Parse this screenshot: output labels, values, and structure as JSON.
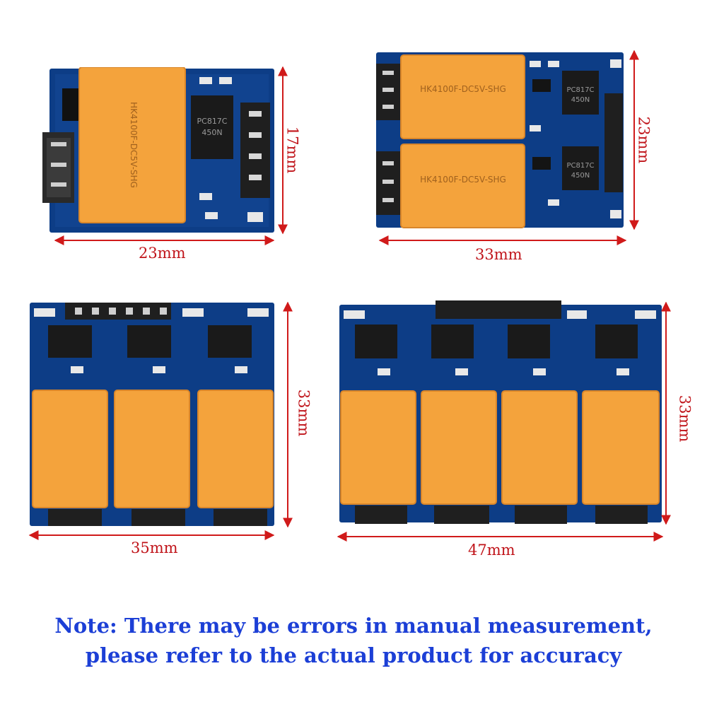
{
  "boards": [
    {
      "name": "1-channel relay module",
      "width_label": "23mm",
      "height_label": "17mm",
      "relays": 1
    },
    {
      "name": "2-channel relay module",
      "width_label": "33mm",
      "height_label": "23mm",
      "relays": 2
    },
    {
      "name": "3-channel relay module",
      "width_label": "35mm",
      "height_label": "33mm",
      "relays": 3
    },
    {
      "name": "4-channel relay module",
      "width_label": "47mm",
      "height_label": "33mm",
      "relays": 4
    }
  ],
  "relay_marking": "HK4100F-DC5V-SHG",
  "optocoupler_marking": [
    "PC817C",
    "450N"
  ],
  "note": {
    "line1": "Note: There may be errors in manual measurement,",
    "line2": "please refer to the actual product for accuracy"
  },
  "colors": {
    "pcb": "#0d3d86",
    "relay": "#f4a33c",
    "dimension": "#d01a1a",
    "note": "#1c3fd6"
  }
}
